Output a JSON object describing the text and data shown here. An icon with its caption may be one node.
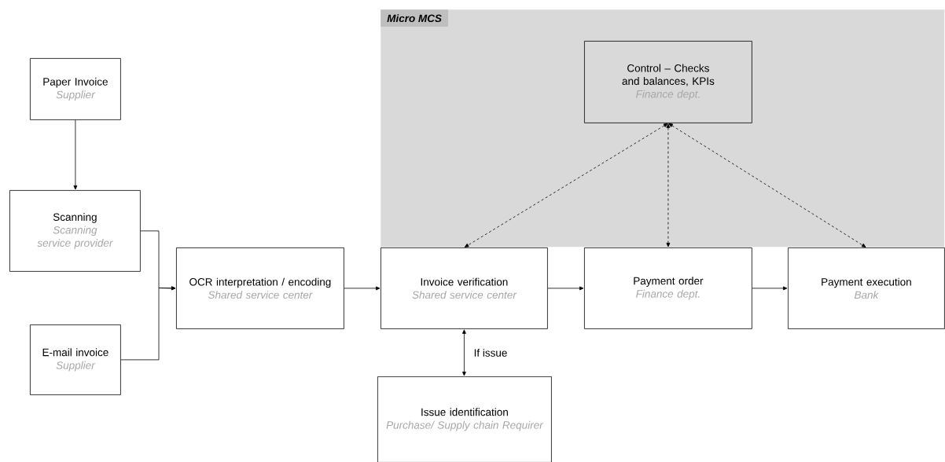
{
  "diagram": {
    "nodes": [
      {
        "text": [
          "Paper Invoice",
          "Supplier"
        ]
      },
      {
        "text": [
          "Scanning",
          "Scanning service provider"
        ]
      },
      {
        "text": [
          "E-mail invoice",
          "Supplier"
        ]
      },
      {
        "text": [
          "OCR interpretation / encoding",
          "Shared service center"
        ]
      },
      {
        "text": [
          "Micro MCS"
        ]
      },
      {
        "text": [
          "Control – Checks and balances, KPIs",
          "Finance dept."
        ],
        "in": 4
      },
      {
        "text": [
          "Invoice verification",
          "Shared service center"
        ]
      },
      {
        "text": [
          "Payment order",
          "Finance dept."
        ]
      },
      {
        "text": [
          "Payment execution",
          "Bank"
        ]
      },
      {
        "text": [
          "Issue identification",
          "Purchase/ Supply chain Requirer"
        ]
      }
    ],
    "edges": [
      {
        "from": 0,
        "to": 1,
        "arrow": "to"
      },
      {
        "from": 1,
        "to": 3,
        "arrow": "to"
      },
      {
        "from": 2,
        "to": 3,
        "arrow": "to"
      },
      {
        "from": 3,
        "to": 6,
        "arrow": "to"
      },
      {
        "from": 6,
        "to": 7,
        "arrow": "to"
      },
      {
        "from": 7,
        "to": 8,
        "arrow": "to"
      },
      {
        "from": 5,
        "to": 6,
        "arrow": "both",
        "style": "dashed"
      },
      {
        "from": 5,
        "to": 7,
        "arrow": "both",
        "style": "dashed"
      },
      {
        "from": 5,
        "to": 8,
        "arrow": "both",
        "style": "dashed"
      },
      {
        "from": 6,
        "to": 9,
        "arrow": "both",
        "label": "If issue"
      }
    ]
  }
}
